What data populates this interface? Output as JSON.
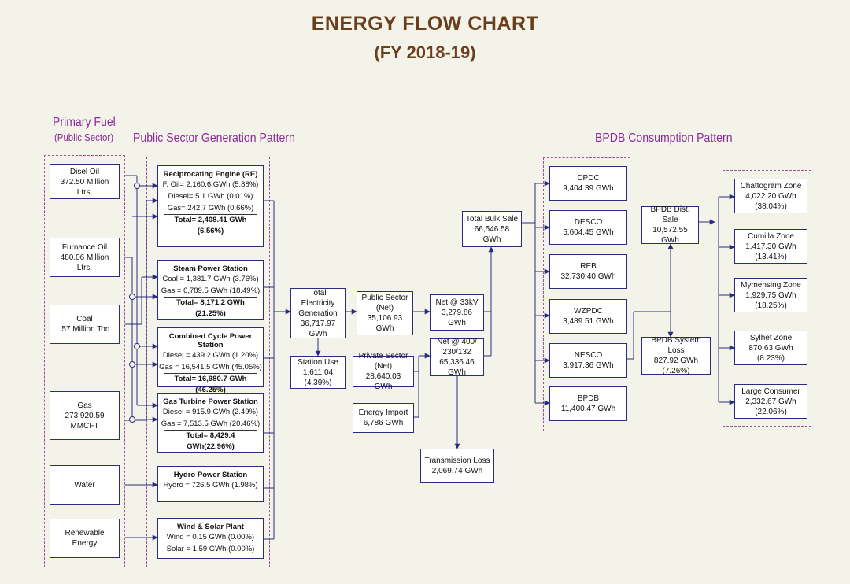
{
  "header": {
    "title": "ENERGY FLOW CHART",
    "subtitle": "(FY 2018-19)"
  },
  "sections": {
    "primary_fuel": "Primary Fuel",
    "primary_fuel_sub": "(Public Sector)",
    "generation": "Public Sector Generation Pattern",
    "consumption": "BPDB Consumption Pattern"
  },
  "fuels": [
    {
      "name": "Disel Oil",
      "value": "372.50 Million Ltrs."
    },
    {
      "name": "Furnance Oil",
      "value": "480.06 Million Ltrs."
    },
    {
      "name": "Coal",
      "value": ".57 Million Ton"
    },
    {
      "name": "Gas",
      "value": "273,920.59 MMCFT"
    },
    {
      "name": "Water"
    },
    {
      "name": "Renewable Energy"
    }
  ],
  "generation": {
    "re": {
      "title": "Reciprocating Engine (RE)",
      "l1": "F. Oil= 2,160.6 GWh (5.88%)",
      "l2": "Diesel= 5.1 GWh (0.01%)",
      "l3": "Gas= 242.7 GWh (0.66%)",
      "total": "Total= 2,408.41 GWh (6.56%)"
    },
    "steam": {
      "title": "Steam Power Station",
      "l1": "Coal = 1,381.7 GWh (3.76%)",
      "l2": "Gas = 6,789.5 GWh (18.49%)",
      "total": "Total= 8,171.2 GWh (21.25%)"
    },
    "cc": {
      "title": "Combined Cycle Power Station",
      "l1": "Diesel = 439.2 GWh (1.20%)",
      "l2": "Gas = 16,541.5 GWh (45.05%)",
      "total": "Total= 16,980.7 GWh (46.25%)"
    },
    "gt": {
      "title": "Gas Turbine Power Station",
      "l1": "Diesel = 915.9 GWh (2.49%)",
      "l2": "Gas = 7,513.5 GWh (20.46%)",
      "total": "Total= 8,429.4 GWh(22.96%)"
    },
    "hydro": {
      "title": "Hydro Power Station",
      "l1": "Hydro = 726.5 GWh (1.98%)"
    },
    "ws": {
      "title": "Wind & Solar Plant",
      "l1": "Wind = 0.15 GWh (0.00%)",
      "l2": "Solar = 1.59 GWh (0.00%)"
    }
  },
  "flow": {
    "total_gen": {
      "l1": "Total",
      "l2": "Electricity",
      "l3": "Generation",
      "l4": "36,717.97 GWh"
    },
    "station_use": {
      "l1": "Station Use",
      "l2": "1,611.04 (4.39%)"
    },
    "public_sector": {
      "l1": "Public Sector",
      "l2": "(Net)",
      "l3": "35,106.93 GWh"
    },
    "private_sector": {
      "l1": "Private Sector (Net)",
      "l2": "28,640.03 GWh"
    },
    "energy_import": {
      "l1": "Energy Import",
      "l2": "6,786 GWh"
    },
    "net33": {
      "l1": "Net @ 33kV",
      "l2": "3,279.86 GWh"
    },
    "net400": {
      "l1": "Net @ 400/",
      "l2": "230/132",
      "l3": "65,336.46 GWh"
    },
    "trans_loss": {
      "l1": "Transmission Loss",
      "l2": "2,069.74 GWh"
    },
    "bulk_sale": {
      "l1": "Total Bulk Sale",
      "l2": "66,546.58 GWh"
    }
  },
  "consumers": [
    {
      "name": "DPDC",
      "value": "9,404.39 GWh"
    },
    {
      "name": "DESCO",
      "value": "5,604.45 GWh"
    },
    {
      "name": "REB",
      "value": "32,730.40 GWh"
    },
    {
      "name": "WZPDC",
      "value": "3,489.51 GWh"
    },
    {
      "name": "NESCO",
      "value": "3,917.36 GWh"
    },
    {
      "name": "BPDB",
      "value": "11,400.47 GWh"
    }
  ],
  "bpdb": {
    "dist_sale": {
      "l1": "BPDB Dist. Sale",
      "l2": "10,572.55 GWh"
    },
    "system_loss": {
      "l1": "BPDB System Loss",
      "l2": "827.92 GWh (7.26%)"
    }
  },
  "zones": [
    {
      "name": "Chattogram Zone",
      "value": "4,022.20 GWh (38.04%)"
    },
    {
      "name": "Cumilla Zone",
      "value": "1,417.30 GWh (13.41%)"
    },
    {
      "name": "Mymensing Zone",
      "value": "1,929.75 GWh (18.25%)"
    },
    {
      "name": "Sylhet Zone",
      "value": "870.63 GWh (8.23%)"
    },
    {
      "name": "Large Consumer",
      "value": "2,332.67 GWh (22.06%)"
    }
  ],
  "colors": {
    "title": "#6b3f1d",
    "section": "#8c2a9a",
    "line": "#2b2b7f",
    "background": "#f4f3e9",
    "dashed": "#a0509a"
  }
}
